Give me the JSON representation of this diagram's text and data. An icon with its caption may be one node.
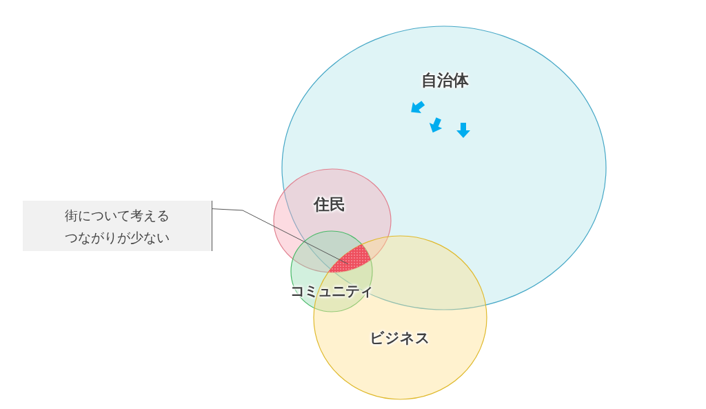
{
  "diagram": {
    "nodes": [
      {
        "text": [
          "自治体"
        ]
      },
      {
        "text": [
          "住民"
        ]
      },
      {
        "text": [
          "街について考えるつながりが少ない"
        ]
      },
      {
        "text": [
          "コミュニティ"
        ]
      },
      {
        "text": [
          "ビジネス"
        ]
      },
      {
        "text": [],
        "shape": "region"
      }
    ],
    "edges": [
      {
        "from": 2,
        "to": 5,
        "arrow": "none"
      }
    ]
  }
}
